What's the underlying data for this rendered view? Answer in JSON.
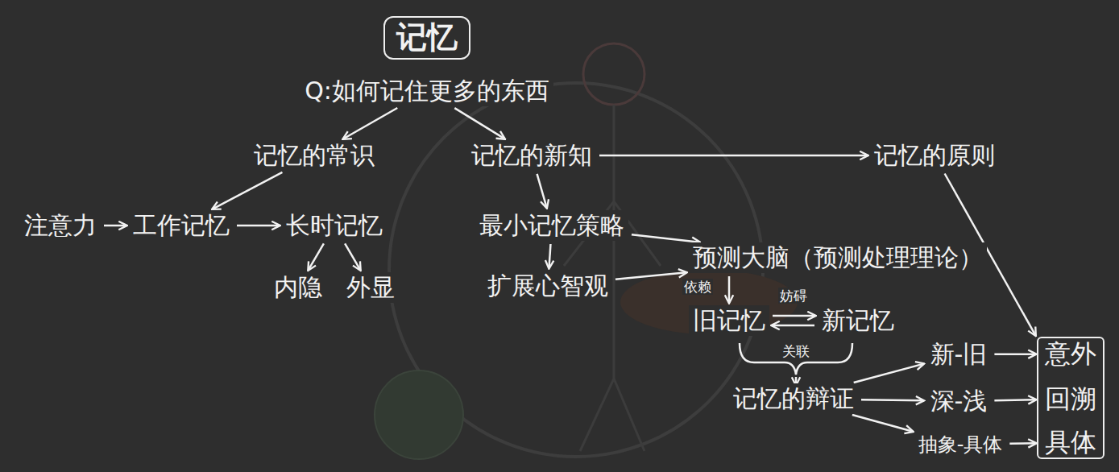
{
  "diagram": {
    "title": "记忆",
    "nodes": [
      {
        "text": [
          "Q:如何记住更多的东西"
        ]
      },
      {
        "text": [
          "记忆的常识"
        ]
      },
      {
        "text": [
          "记忆的新知"
        ]
      },
      {
        "text": [
          "记忆的原则"
        ]
      },
      {
        "text": [
          "注意力"
        ]
      },
      {
        "text": [
          "工作记忆"
        ]
      },
      {
        "text": [
          "长时记忆"
        ]
      },
      {
        "text": [
          "内隐"
        ]
      },
      {
        "text": [
          "外显"
        ]
      },
      {
        "text": [
          "最小记忆策略"
        ]
      },
      {
        "text": [
          "扩展心智观"
        ]
      },
      {
        "text": [
          "预测大脑（预测处理理论）"
        ]
      },
      {
        "text": [
          "旧记忆"
        ]
      },
      {
        "text": [
          "新记忆"
        ]
      },
      {
        "text": [
          "记忆的辩证"
        ]
      },
      {
        "text": [
          "新-旧"
        ]
      },
      {
        "text": [
          "深-浅"
        ]
      },
      {
        "text": [
          "抽象-具体"
        ]
      },
      {
        "text": []
      },
      {
        "text": [
          "意外"
        ],
        "in": 18
      },
      {
        "text": [
          "回溯"
        ],
        "in": 18
      },
      {
        "text": [
          "具体"
        ],
        "in": 18
      }
    ],
    "edges": [
      {
        "from": 0,
        "to": 1,
        "arrow": "to"
      },
      {
        "from": 0,
        "to": 2,
        "arrow": "to"
      },
      {
        "from": 1,
        "to": 5,
        "arrow": "to"
      },
      {
        "from": 4,
        "to": 5,
        "arrow": "to"
      },
      {
        "from": 5,
        "to": 6,
        "arrow": "to"
      },
      {
        "from": 6,
        "to": 7,
        "arrow": "to"
      },
      {
        "from": 6,
        "to": 8,
        "arrow": "to"
      },
      {
        "from": 2,
        "to": 9,
        "arrow": "to"
      },
      {
        "from": 9,
        "to": 10,
        "arrow": "to"
      },
      {
        "from": 9,
        "to": 11,
        "arrow": "to"
      },
      {
        "from": 10,
        "to": 11,
        "arrow": "to"
      },
      {
        "from": 2,
        "to": 3,
        "arrow": "to"
      },
      {
        "from": 3,
        "to": 18,
        "arrow": "to"
      },
      {
        "from": 11,
        "to": 12,
        "label": "依赖",
        "arrow": "to"
      },
      {
        "from": 12,
        "to": 13,
        "label": "妨碍",
        "arrow": "to"
      },
      {
        "from": 13,
        "to": 12,
        "arrow": "to"
      },
      {
        "from": 14,
        "to": 15,
        "arrow": "to"
      },
      {
        "from": 14,
        "to": 16,
        "arrow": "to"
      },
      {
        "from": 14,
        "to": 17,
        "arrow": "to"
      },
      {
        "from": 15,
        "to": 19,
        "arrow": "to"
      },
      {
        "from": 16,
        "to": 20,
        "arrow": "to"
      },
      {
        "from": 17,
        "to": 21,
        "arrow": "to"
      }
    ],
    "labels": [
      "关联"
    ]
  }
}
